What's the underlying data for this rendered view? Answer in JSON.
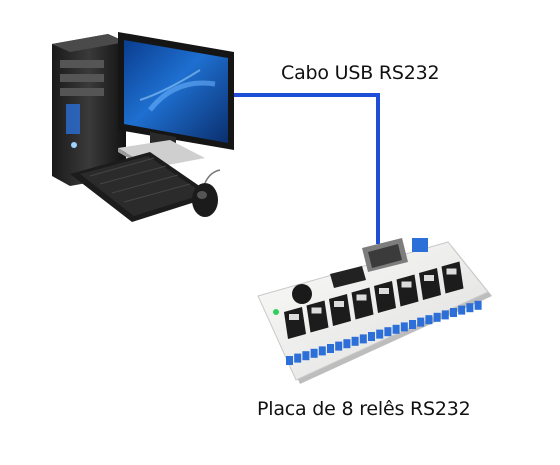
{
  "labels": {
    "cable": "Cabo USB RS232",
    "board": "Placa de 8 relês RS232"
  },
  "icons": {
    "computer": "desktop-computer-icon",
    "board": "relay-board-icon"
  },
  "colors": {
    "cable": "#1f4fd6",
    "screen": "#1e6fd0",
    "relay": "#1c1c1c",
    "terminal": "#2c6fd8",
    "board": "#f1f1ee"
  },
  "relay_count": 8
}
